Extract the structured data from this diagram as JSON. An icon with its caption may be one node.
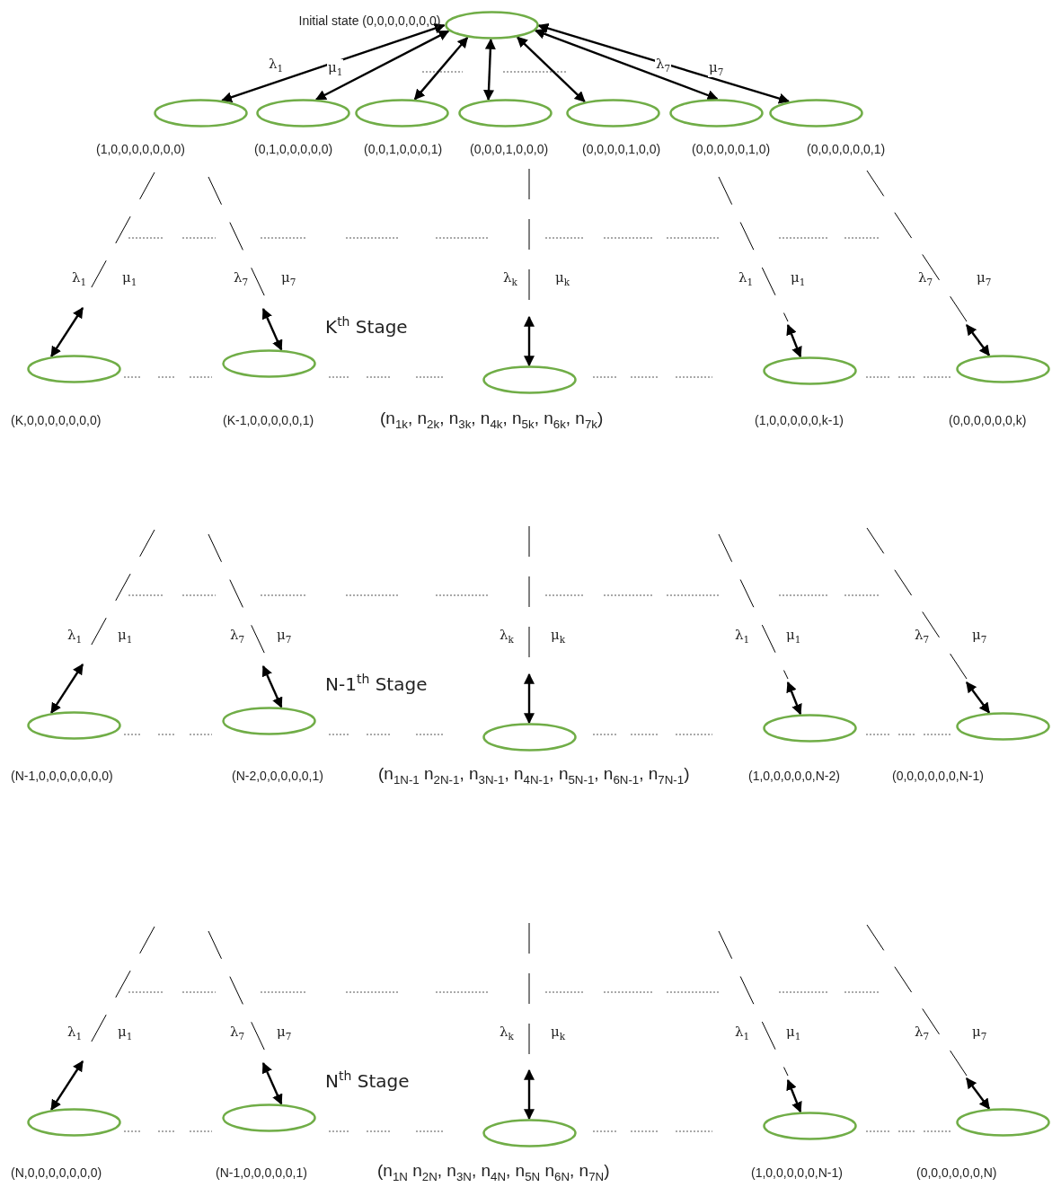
{
  "diagram": {
    "nodes": [
      {
        "text": [],
        "shape": "ellipse",
        "beside": [
          "Initial state (0,0,0,0,0,0,0)"
        ]
      },
      {
        "text": [],
        "shape": "ellipse",
        "beside": [
          "(1,0,0,0,0,0,0,0)"
        ]
      },
      {
        "text": [],
        "shape": "ellipse",
        "beside": [
          "(0,1,0,0,0,0,0)"
        ]
      },
      {
        "text": [],
        "shape": "ellipse",
        "beside": [
          "(0,0,1,0,0,0,1)"
        ]
      },
      {
        "text": [],
        "shape": "ellipse",
        "beside": [
          "(0,0,0,1,0,0,0)"
        ]
      },
      {
        "text": [],
        "shape": "ellipse",
        "beside": [
          "(0,0,0,0,1,0,0)"
        ]
      },
      {
        "text": [],
        "shape": "ellipse",
        "beside": [
          "(0,0,0,0,0,1,0)"
        ]
      },
      {
        "text": [],
        "shape": "ellipse",
        "beside": [
          "(0,0,0,0,0,0,1)"
        ]
      },
      {
        "text": [],
        "shape": "ellipse",
        "beside": [
          "(K,0,0,0,0,0,0,0)"
        ]
      },
      {
        "text": [],
        "shape": "ellipse",
        "beside": [
          "(K-1,0,0,0,0,0,1)"
        ]
      },
      {
        "text": [],
        "shape": "ellipse",
        "beside": [
          "(n$_{1k}$, n$_{2k}$, n$_{3k}$, n$_{4k}$, n$_{5k}$, n$_{6k}$, n$_{7k}$)"
        ]
      },
      {
        "text": [],
        "shape": "ellipse",
        "beside": [
          "(1,0,0,0,0,0,k-1)"
        ]
      },
      {
        "text": [],
        "shape": "ellipse",
        "beside": [
          "(0,0,0,0,0,0,k)"
        ]
      },
      {
        "text": [],
        "shape": "ellipse",
        "beside": [
          "(N-1,0,0,0,0,0,0,0)"
        ]
      },
      {
        "text": [],
        "shape": "ellipse",
        "beside": [
          "(N-2,0,0,0,0,0,1)"
        ]
      },
      {
        "text": [],
        "shape": "ellipse",
        "beside": [
          "(n$_{1N-1}$ n$_{2N-1}$, n$_{3N-1}$, n$_{4N-1}$, n$_{5N-1}$, n$_{6N-1}$, n$_{7N-1}$)"
        ]
      },
      {
        "text": [],
        "shape": "ellipse",
        "beside": [
          "(1,0,0,0,0,0,N-2)"
        ]
      },
      {
        "text": [],
        "shape": "ellipse",
        "beside": [
          "(0,0,0,0,0,0,N-1)"
        ]
      },
      {
        "text": [],
        "shape": "ellipse",
        "beside": [
          "(N,0,0,0,0,0,0,0)"
        ]
      },
      {
        "text": [],
        "shape": "ellipse",
        "beside": [
          "(N-1,0,0,0,0,0,1)"
        ]
      },
      {
        "text": [],
        "shape": "ellipse",
        "beside": [
          "(n$_{1N}$ n$_{2N}$, n$_{3N}$, n$_{4N}$, n$_{5N}$ n$_{6N}$, n$_{7N}$)"
        ]
      },
      {
        "text": [],
        "shape": "ellipse",
        "beside": [
          "(1,0,0,0,0,0,N-1)"
        ]
      },
      {
        "text": [],
        "shape": "ellipse",
        "beside": [
          "(0,0,0,0,0,0,N)"
        ]
      }
    ],
    "edges": [
      {
        "from": 0,
        "to": 1,
        "arrow": "both",
        "label": "λ$_{1}$"
      },
      {
        "from": 0,
        "to": 2,
        "arrow": "both",
        "label": "μ$_{1}$"
      },
      {
        "from": 0,
        "to": 3,
        "arrow": "both"
      },
      {
        "from": 0,
        "to": 4,
        "arrow": "both"
      },
      {
        "from": 0,
        "to": 5,
        "arrow": "both"
      },
      {
        "from": 0,
        "to": 6,
        "arrow": "both",
        "label": "λ$_{7}$"
      },
      {
        "from": 0,
        "to": 7,
        "arrow": "both",
        "label": "μ$_{7}$"
      },
      {
        "from": null,
        "to": 8,
        "arrow": "both"
      },
      {
        "from": null,
        "to": 9,
        "arrow": "both"
      },
      {
        "from": null,
        "to": 10,
        "arrow": "both"
      },
      {
        "from": null,
        "to": 11,
        "arrow": "both"
      },
      {
        "from": null,
        "to": 12,
        "arrow": "both"
      },
      {
        "from": null,
        "to": 13,
        "arrow": "both"
      },
      {
        "from": null,
        "to": 14,
        "arrow": "both"
      },
      {
        "from": null,
        "to": 15,
        "arrow": "both"
      },
      {
        "from": null,
        "to": 16,
        "arrow": "both"
      },
      {
        "from": null,
        "to": 17,
        "arrow": "both"
      },
      {
        "from": null,
        "to": 18,
        "arrow": "both"
      },
      {
        "from": null,
        "to": 19,
        "arrow": "both"
      },
      {
        "from": null,
        "to": 20,
        "arrow": "both"
      },
      {
        "from": null,
        "to": 21,
        "arrow": "both"
      },
      {
        "from": null,
        "to": 22,
        "arrow": "both"
      }
    ],
    "labels": [
      "λ$_{1}$",
      "μ$_{1}$",
      "λ$_{7}$",
      "μ$_{7}$",
      "λ$_{k}$",
      "μ$_{k}$",
      "λ$_{1}$",
      "μ$_{1}$",
      "λ$_{7}$",
      "μ$_{7}$",
      "K$^{th}$ Stage",
      "λ$_{1}$",
      "μ$_{1}$",
      "λ$_{7}$",
      "μ$_{7}$",
      "λ$_{k}$",
      "μ$_{k}$",
      "λ$_{1}$",
      "μ$_{1}$",
      "λ$_{7}$",
      "μ$_{7}$",
      "N-1$^{th}$ Stage",
      "λ$_{1}$",
      "μ$_{1}$",
      "λ$_{7}$",
      "μ$_{7}$",
      "λ$_{k}$",
      "μ$_{k}$",
      "λ$_{1}$",
      "μ$_{1}$",
      "λ$_{7}$",
      "μ$_{7}$",
      "N$^{th}$ Stage"
    ]
  }
}
